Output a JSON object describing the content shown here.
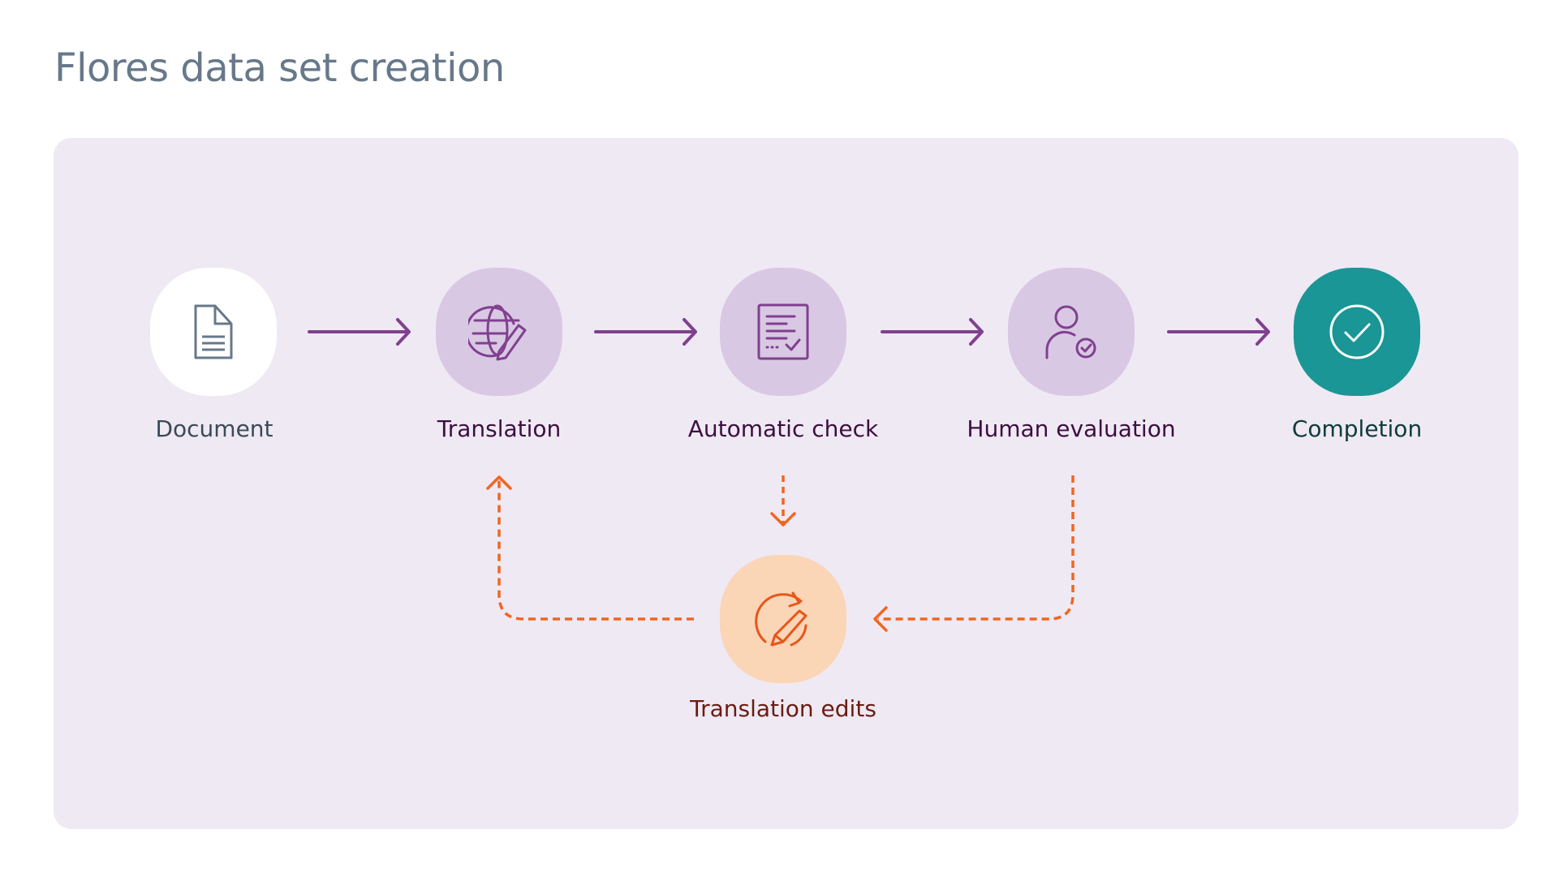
{
  "title": "Flores data set creation",
  "steps": [
    {
      "label": "Document",
      "icon": "document-icon"
    },
    {
      "label": "Translation",
      "icon": "globe-pencil-icon"
    },
    {
      "label": "Automatic check",
      "icon": "checklist-icon"
    },
    {
      "label": "Human evaluation",
      "icon": "user-check-icon"
    },
    {
      "label": "Completion",
      "icon": "check-circle-icon"
    }
  ],
  "feedback": {
    "label": "Translation edits",
    "icon": "refresh-pencil-icon"
  },
  "colors": {
    "panel": "#efe9f4",
    "node": "#d9c8e3",
    "arrow": "#80408f",
    "feedback": "#f0661f",
    "feedback_node": "#fad5b6",
    "complete": "#1a9696"
  }
}
